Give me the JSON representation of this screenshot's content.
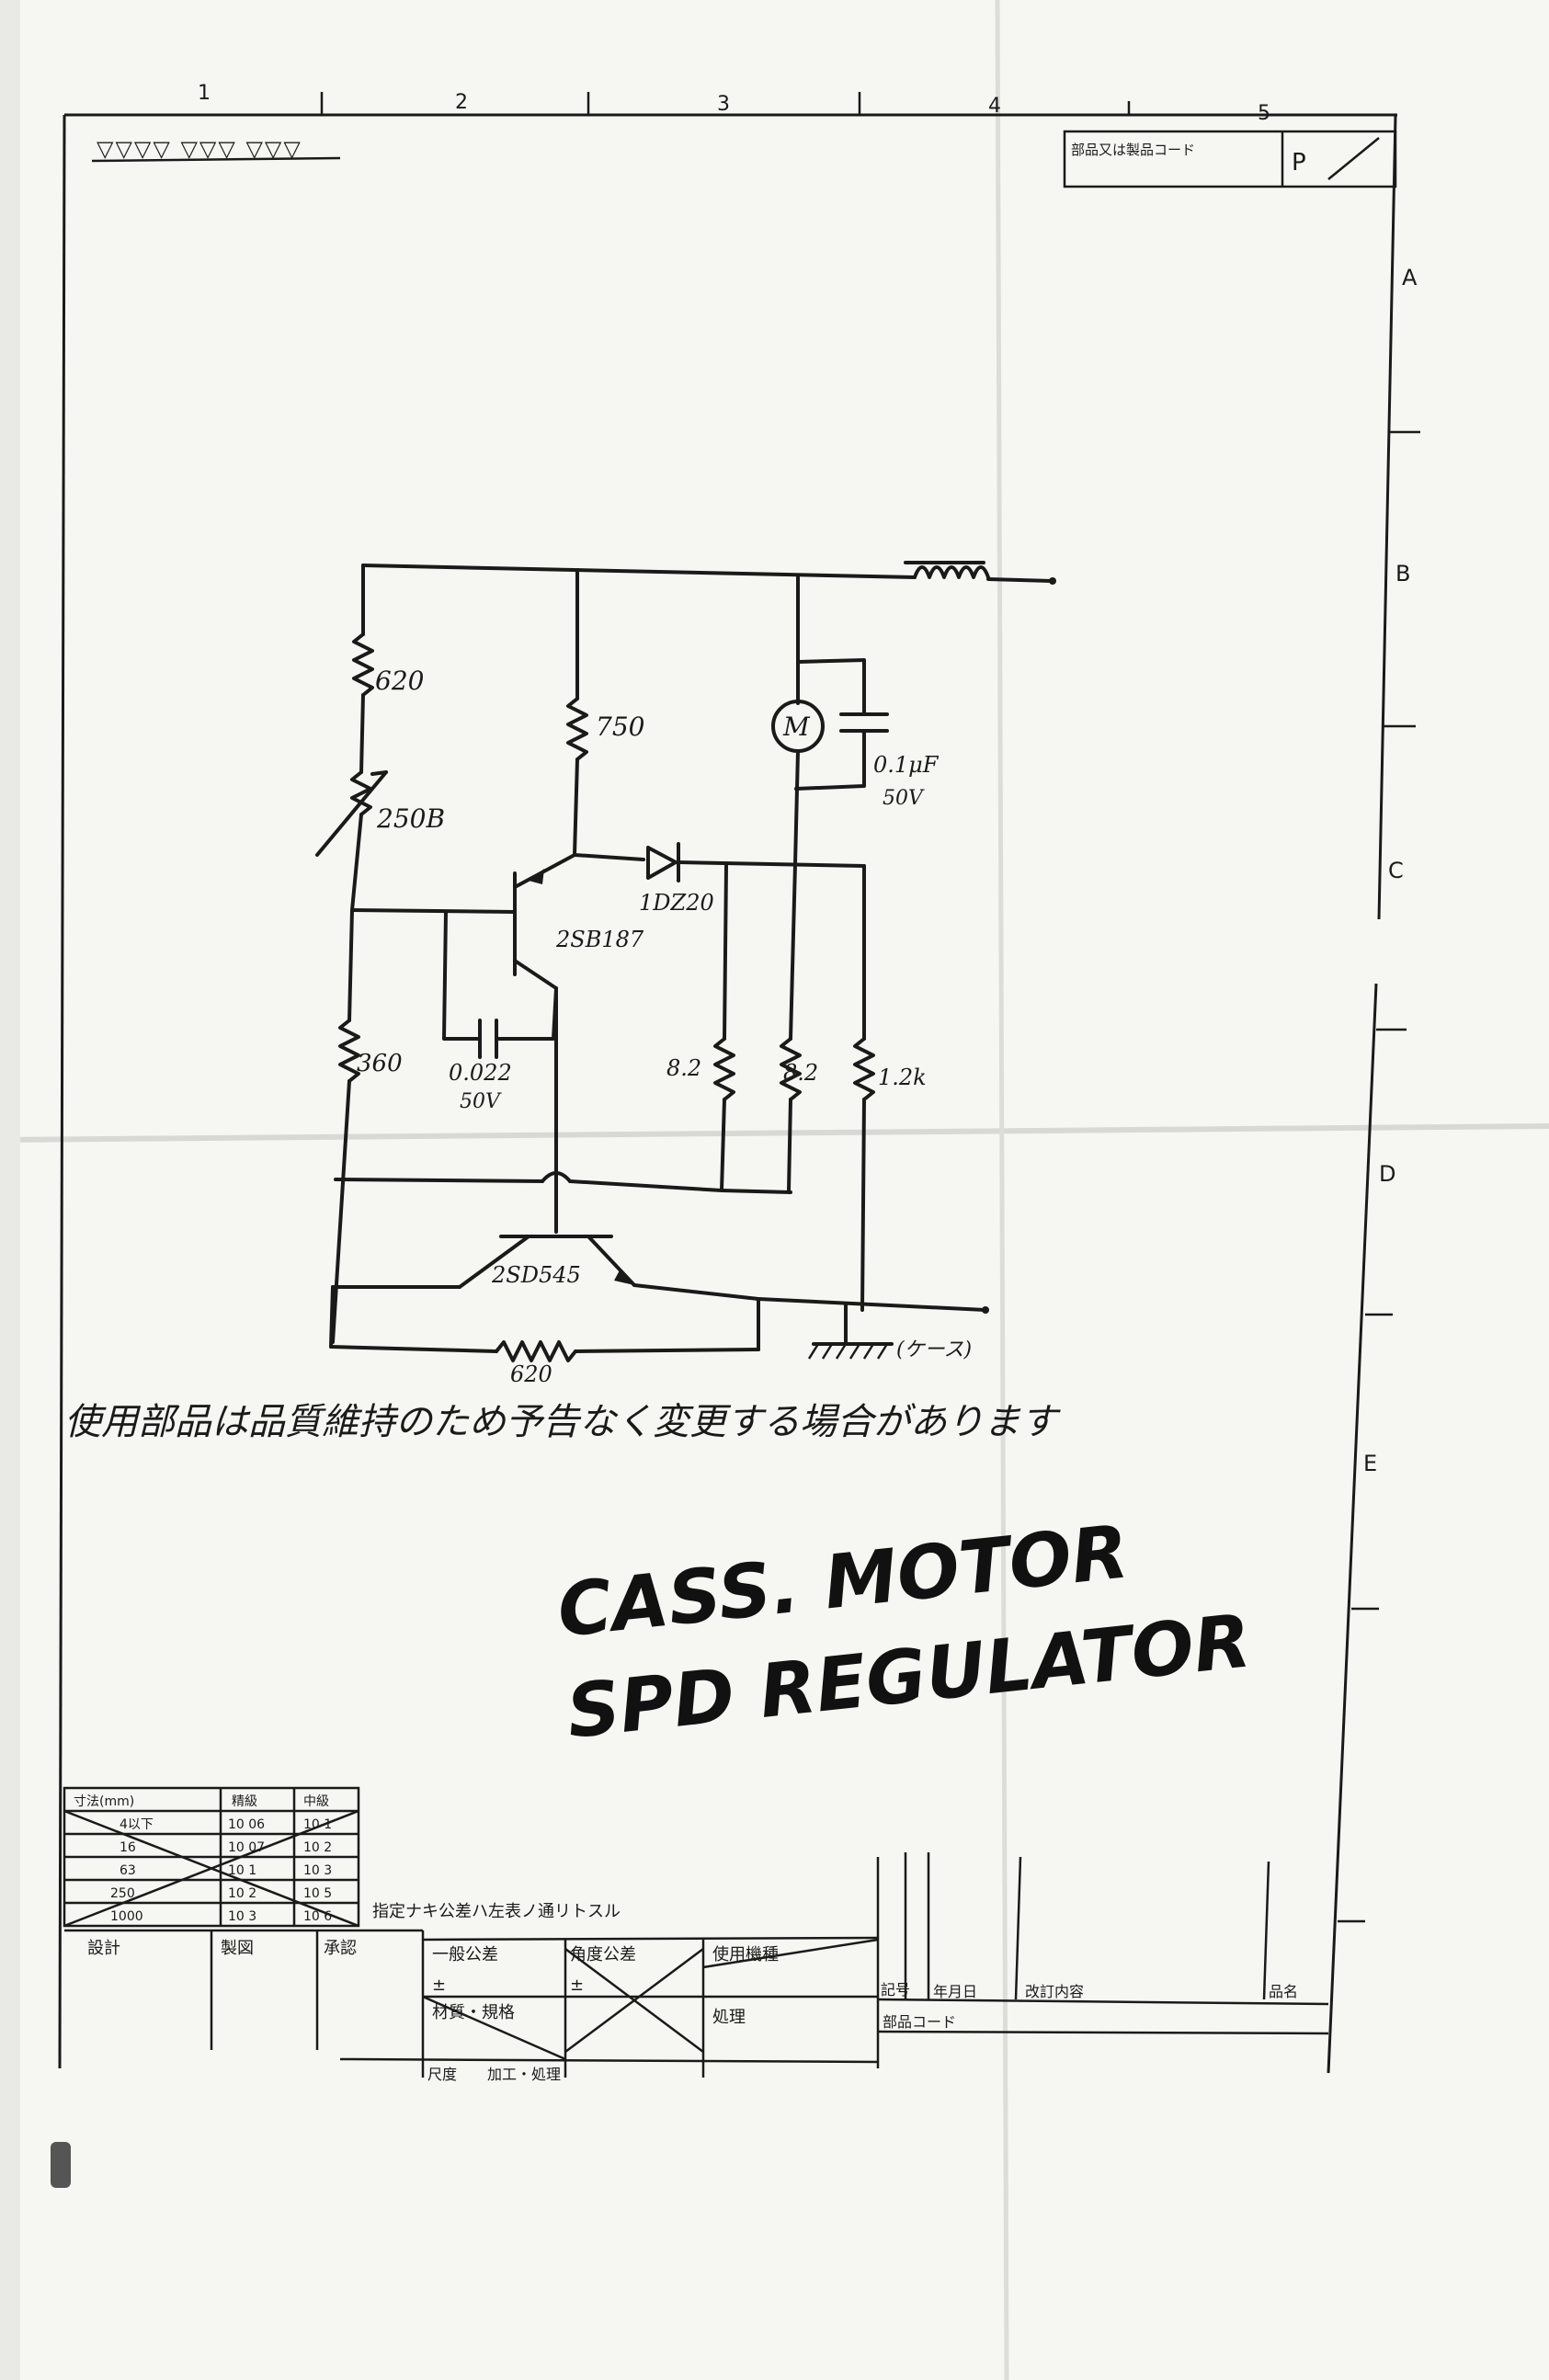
{
  "page": {
    "col_labels": [
      "1",
      "2",
      "3",
      "4",
      "5"
    ],
    "row_labels": [
      "A",
      "B",
      "C",
      "D",
      "E"
    ],
    "top_box_text": "部品又は製品コード",
    "top_box_letter": "P",
    "corner_marks": "▽▽▽▽ ▽▽▽ ▽▽▽"
  },
  "schematic": {
    "components": {
      "r1": "620",
      "vr": "250B",
      "r2": "750",
      "motor": "M",
      "cap1_value": "0.1μF",
      "cap1_rating": "50V",
      "diode": "1DZ20",
      "tr1": "2SB187",
      "cap2_value": "0.022",
      "cap2_rating": "50V",
      "r3": "360",
      "r4": "8.2",
      "r5": "8.2",
      "r6": "1.2k",
      "tr2": "2SD545",
      "r7": "620",
      "ground": "(ケース)"
    }
  },
  "notes": {
    "japanese_note": "使用部品は品質維持のため予告なく変更する場合があります",
    "title_line1": "CASS. MOTOR",
    "title_line2": "SPD REGULATOR"
  },
  "title_block": {
    "tolerance_table": {
      "headers": [
        "寸法(mm)",
        "精級",
        "中級"
      ],
      "rows": [
        [
          "4以下",
          "10 06",
          "10 1"
        ],
        [
          "16",
          "10 07",
          "10 2"
        ],
        [
          "63",
          "10 1",
          "10 3"
        ],
        [
          "250",
          "10 2",
          "10 5"
        ],
        [
          "1000",
          "10 3",
          "10 6"
        ]
      ]
    },
    "tolerance_note": "指定ナキ公差ハ左表ノ通リトスル",
    "fields": {
      "design": "設計",
      "drafted": "製図",
      "approved": "承認",
      "general_tolerance": "一般公差",
      "general_tolerance_value": "±",
      "angle_tolerance": "角度公差",
      "angle_tolerance_value": "±",
      "model": "使用機種",
      "material": "材質・規格",
      "surface": "処理",
      "size": "尺度",
      "process": "加工・処理",
      "rev": "記号",
      "date": "年月日",
      "change": "改訂内容",
      "part_code": "部品コード",
      "name": "品名"
    }
  }
}
